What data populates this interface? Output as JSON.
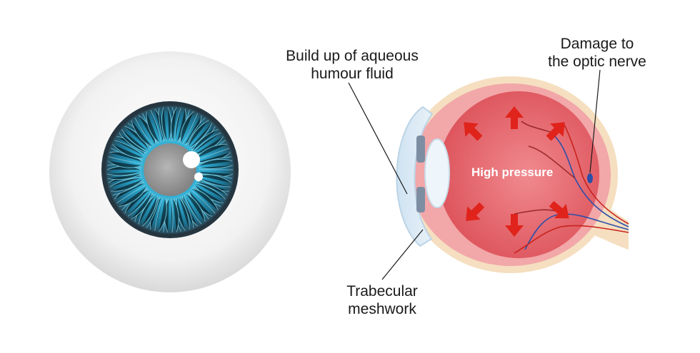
{
  "labels": {
    "aqueous_line1": "Build up of aqueous",
    "aqueous_line2": "humour fluid",
    "optic_line1": "Damage to",
    "optic_line2": "the optic nerve",
    "trabecular_line1": "Trabecular",
    "trabecular_line2": "meshwork",
    "pressure": "High pressure"
  },
  "colors": {
    "sclera": "#f4f4f4",
    "iris": "#2a9bc0",
    "pupil": "#9a9a9a",
    "eye_interior": "#e05c63",
    "arrow": "#e0231b",
    "nerve_sheath": "#f5dfc0",
    "vein": "#2d4fa8",
    "artery": "#c8231b"
  }
}
